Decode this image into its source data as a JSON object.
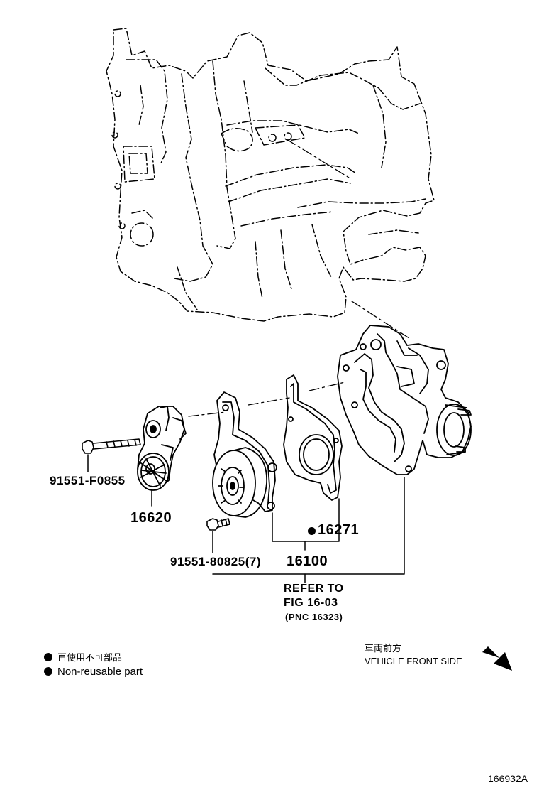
{
  "parts": {
    "tensioner_bolt": "91551-F0855",
    "tensioner": "16620",
    "gasket": "16271",
    "pump_bolt": "91551-80825(7)",
    "water_pump": "16100"
  },
  "reference": {
    "line1": "REFER TO",
    "line2": "FIG 16-03",
    "line3": "(PNC 16323)"
  },
  "legend": {
    "jp": "再使用不可部品",
    "en": "Non-reusable part"
  },
  "direction": {
    "jp": "車両前方",
    "en": "VEHICLE FRONT SIDE",
    "icon": "arrow-down-right-icon"
  },
  "figure_id": "166932A"
}
